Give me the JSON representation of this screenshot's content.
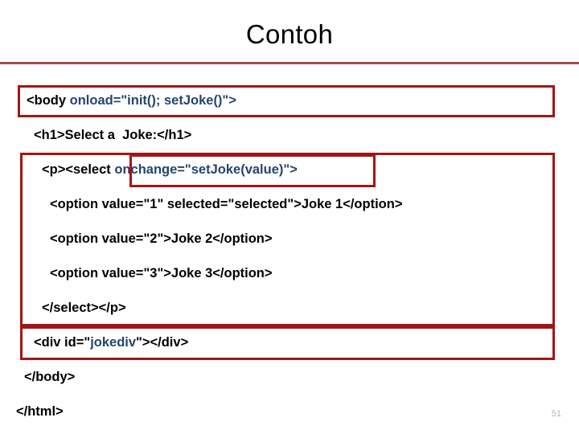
{
  "slide": {
    "title": "Contoh",
    "page_number": "51",
    "accent_rule_color": "#a64b4b",
    "highlight_box_color": "#a51414",
    "keyword_color": "#24456b",
    "text_color": "#000000"
  },
  "code": {
    "lines": [
      {
        "id": "body",
        "plain": "<body ",
        "highlight": "onload=\"init(); setJoke()\">"
      },
      {
        "id": "h1",
        "plain": "<h1>Select a  Joke:</h1>"
      },
      {
        "id": "select",
        "plain": "<p><select ",
        "highlight": "onchange=\"setJoke(value)\">"
      },
      {
        "id": "option1",
        "plain": "<option value=\"1\" selected=\"selected\">Joke 1</option>"
      },
      {
        "id": "option2",
        "plain": "<option value=\"2\">Joke 2</option>"
      },
      {
        "id": "option3",
        "plain": "<option value=\"3\">Joke 3</option>"
      },
      {
        "id": "endselect",
        "plain": "</select></p>"
      },
      {
        "id": "jokediv",
        "plain_before": "<div id=\"",
        "highlight": "jokediv",
        "plain_after": "\"></div>"
      },
      {
        "id": "endbody",
        "plain": "</body>"
      },
      {
        "id": "endhtml",
        "plain": "</html>"
      }
    ]
  }
}
